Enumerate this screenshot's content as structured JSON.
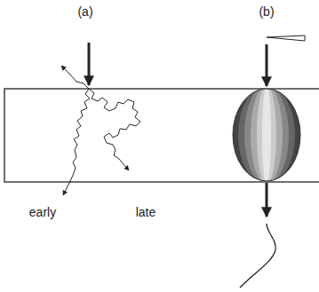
{
  "diagram": {
    "labels": [
      "(a)",
      "(b)",
      "early",
      "late"
    ]
  }
}
